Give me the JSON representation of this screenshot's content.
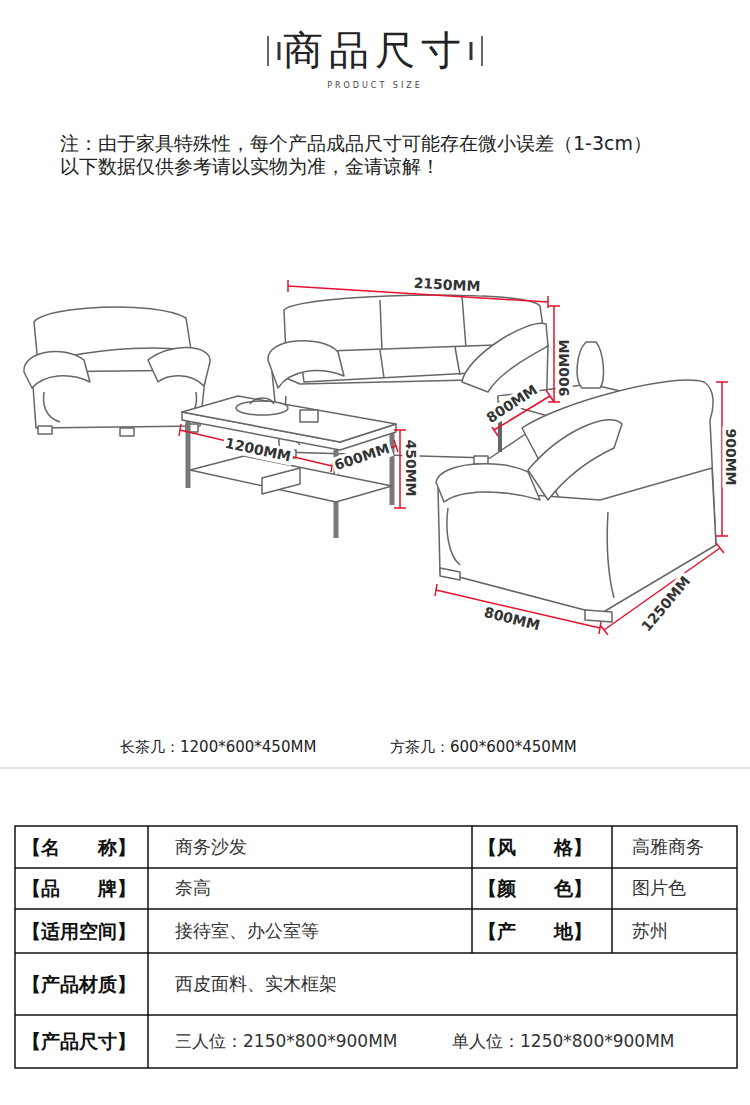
{
  "diagram": {
    "title": "商品尺寸",
    "labels": [
      "PRODUCT SIZE",
      "注：由于家具特殊性，每个产品成品尺寸可能存在微小误差（1-3cm）",
      "以下数据仅供参考请以实物为准，金请谅解！",
      "2150MM",
      "900MM",
      "800MM",
      "1200MM",
      "600MM",
      "450MM",
      "900MM",
      "800MM",
      "1250MM",
      "长茶几：1200*600*450MM",
      "方茶几：600*600*450MM",
      "【名　　称】",
      "商务沙发",
      "【风　　格】",
      "高雅商务",
      "【品　　牌】",
      "奈高",
      "【颜　　色】",
      "图片色",
      "【适用空间】",
      "接待室、办公室等",
      "【产　　地】",
      "苏州",
      "【产品材质】",
      "西皮面料、实木框架",
      "【产品尺寸】",
      "三人位：2150*800*900MM",
      "单人位：1250*800*900MM"
    ]
  }
}
